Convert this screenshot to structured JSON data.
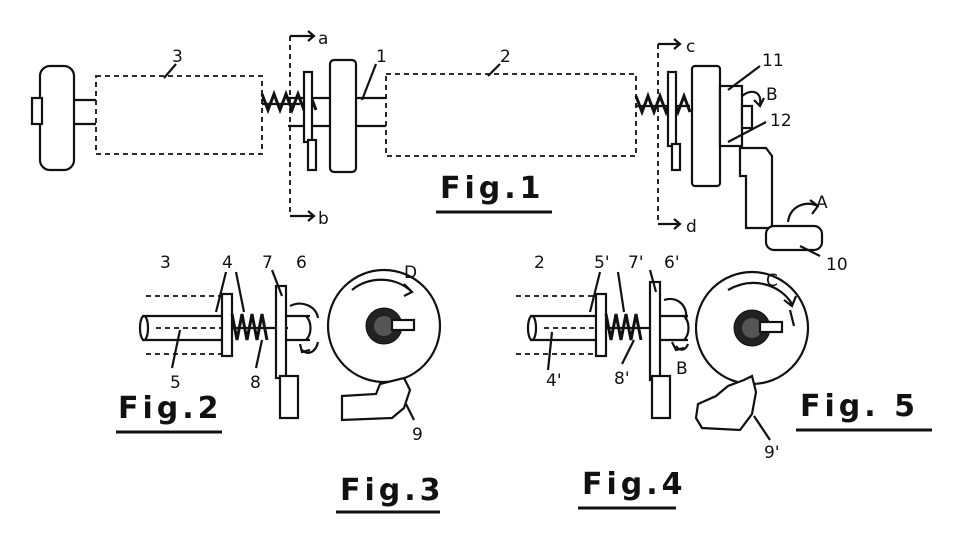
{
  "figures": {
    "fig1": "Fig.1",
    "fig2": "Fig.2",
    "fig3": "Fig.3",
    "fig4": "Fig.4",
    "fig5": "Fig. 5"
  },
  "labels": {
    "n1": "1",
    "n2": "2",
    "n3": "3",
    "n11": "11",
    "n12": "12",
    "n10": "10",
    "a": "a",
    "b": "b",
    "c": "c",
    "d": "d",
    "B": "B",
    "A": "A",
    "f2_3": "3",
    "f2_4": "4",
    "f2_7": "7",
    "f2_6": "6",
    "f2_5": "5",
    "f2_8": "8",
    "f3_D": "D",
    "f3_9": "9",
    "f4_2": "2",
    "f4_5p": "5'",
    "f4_7p": "7'",
    "f4_6p": "6'",
    "f4_4p": "4'",
    "f4_8p": "8'",
    "f4_B": "B",
    "f5_C": "C",
    "f5_9p": "9'"
  }
}
